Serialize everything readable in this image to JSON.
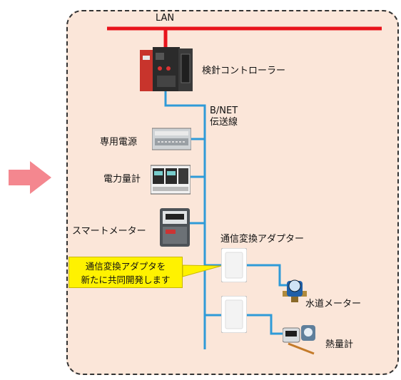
{
  "lan_label": "LAN",
  "controller_label": "検針コントローラー",
  "bnet_label": {
    "line1": "B/NET",
    "line2": "伝送線"
  },
  "power_supply_label": "専用電源",
  "power_meter_label": "電力量計",
  "smart_meter_label": "スマートメーター",
  "adapter_label": "通信変換アダプター",
  "callout": {
    "line1": "通信変換アダプタを",
    "line2": "新たに共同開発します"
  },
  "water_meter_label": "水道メーター",
  "heat_meter_label": "熱量計",
  "colors": {
    "lan": "#e8141c",
    "bnet": "#2f9bd8",
    "panel": "#fbe6d9",
    "callout": "#fff200",
    "arrow": "#f4878f"
  }
}
